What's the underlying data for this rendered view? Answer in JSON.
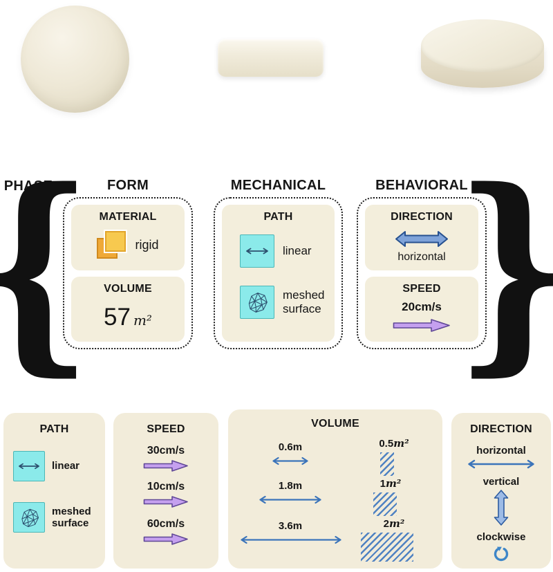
{
  "phase": {
    "label": "PHASE",
    "form": {
      "title": "FORM",
      "material": {
        "title": "MATERIAL",
        "label": "rigid"
      },
      "volume": {
        "title": "VOLUME",
        "value": "57",
        "unit": "m²"
      }
    },
    "mechanical": {
      "title": "MECHANICAL",
      "path": {
        "title": "PATH",
        "items": [
          {
            "label": "linear"
          },
          {
            "label": "meshed surface"
          }
        ]
      }
    },
    "behavioral": {
      "title": "BEHAVIORAL",
      "direction": {
        "title": "DIRECTION",
        "label": "horizontal"
      },
      "speed": {
        "title": "SPEED",
        "value": "20cm/s"
      }
    }
  },
  "legend": {
    "path": {
      "title": "PATH",
      "items": [
        {
          "label": "linear"
        },
        {
          "label": "meshed surface"
        }
      ]
    },
    "speed": {
      "title": "SPEED",
      "items": [
        {
          "value": "30cm/s"
        },
        {
          "value": "10cm/s"
        },
        {
          "value": "60cm/s"
        }
      ]
    },
    "volume": {
      "title": "VOLUME",
      "lengths": [
        {
          "value": "0.6m"
        },
        {
          "value": "1.8m"
        },
        {
          "value": "3.6m"
        }
      ],
      "areas": [
        {
          "num": "0.5",
          "unit": "m²"
        },
        {
          "num": "1",
          "unit": "m²"
        },
        {
          "num": "2",
          "unit": "m²"
        }
      ]
    },
    "direction": {
      "title": "DIRECTION",
      "items": [
        {
          "label": "horizontal"
        },
        {
          "label": "vertical"
        },
        {
          "label": "clockwise"
        }
      ]
    }
  },
  "colors": {
    "panel_beige": "#f2ecda",
    "cyan_icon": "#8beaea",
    "purple_arrow": "#c5a0ef",
    "blue_arrow": "#7fa3d9",
    "hatch_blue": "#4f82c2",
    "orange_square": "#f7c94f"
  },
  "braces": {
    "left": "{",
    "right": "}"
  }
}
